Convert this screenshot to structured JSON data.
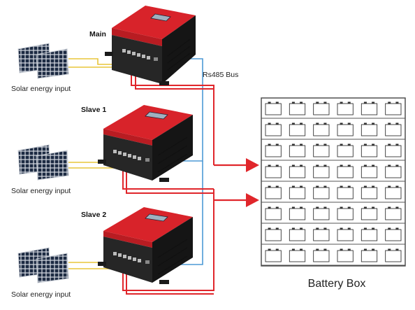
{
  "controllers": [
    {
      "label": "Main",
      "input_label": "Solar energy input"
    },
    {
      "label": "Slave 1",
      "input_label": "Solar energy input"
    },
    {
      "label": "Slave 2",
      "input_label": "Solar energy input"
    }
  ],
  "bus_label": "Rs485 Bus",
  "battery_box": {
    "label": "Battery Box",
    "rows": 8,
    "columns": 6
  },
  "colors": {
    "controller_red": "#d8232a",
    "controller_dark": "#262626",
    "pv_wire": "#e8c53a",
    "battery_wire": "#e0262b",
    "bus_wire": "#4d9ad6",
    "panel_cell": "#24324a"
  }
}
